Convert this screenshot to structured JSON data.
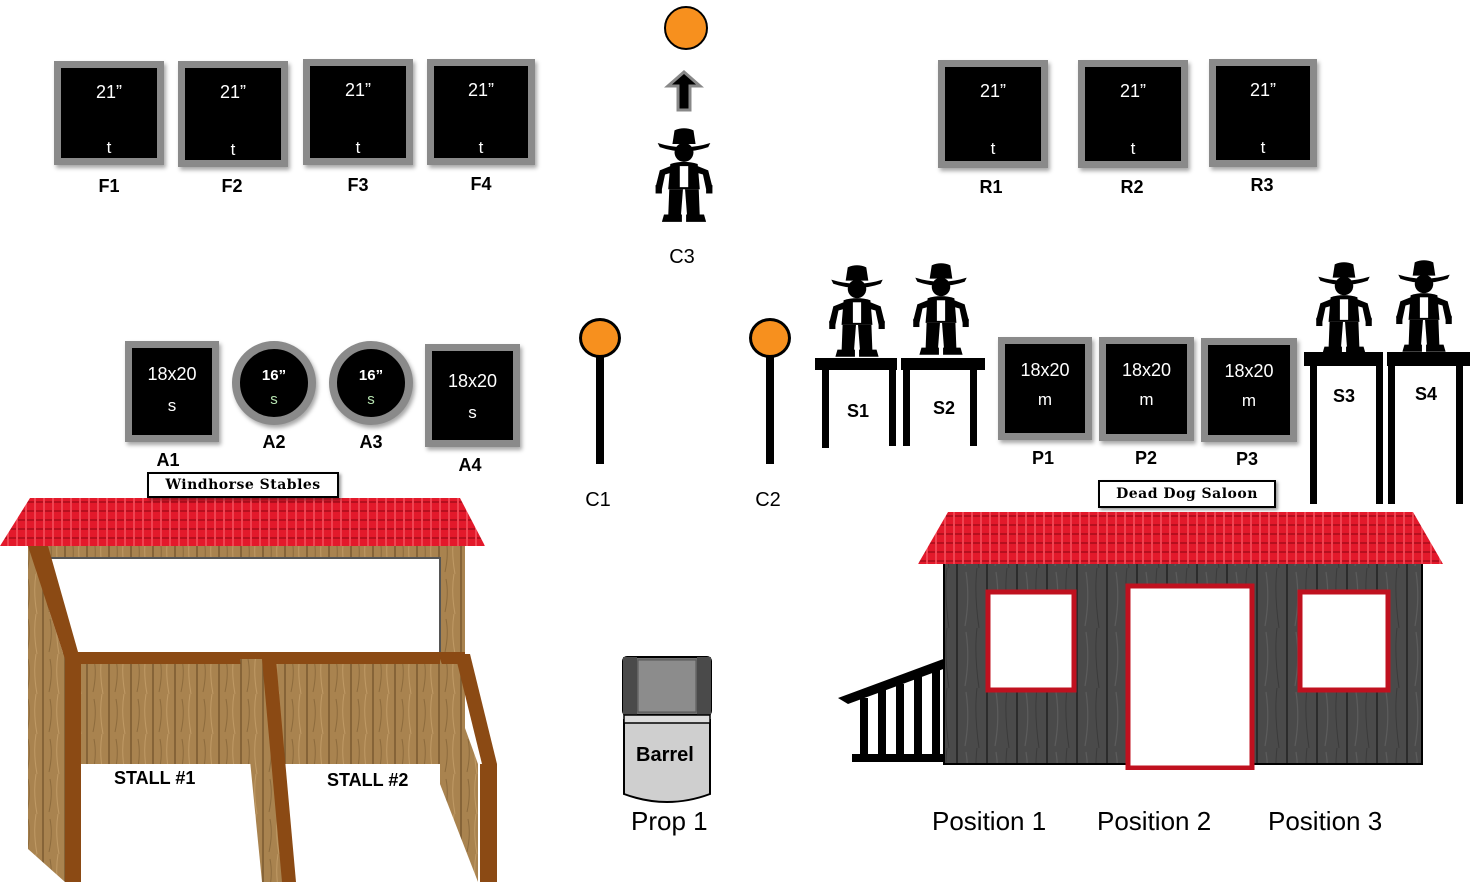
{
  "top_row_left": [
    {
      "id": "F1",
      "size": "21”",
      "type": "t"
    },
    {
      "id": "F2",
      "size": "21”",
      "type": "t"
    },
    {
      "id": "F3",
      "size": "21”",
      "type": "t"
    },
    {
      "id": "F4",
      "size": "21”",
      "type": "t"
    }
  ],
  "top_row_right": [
    {
      "id": "R1",
      "size": "21”",
      "type": "t"
    },
    {
      "id": "R2",
      "size": "21”",
      "type": "t"
    },
    {
      "id": "R3",
      "size": "21”",
      "type": "t"
    }
  ],
  "c3_label": "C3",
  "animals": [
    {
      "id": "A1",
      "size": "18x20",
      "type": "s"
    },
    {
      "id": "A2",
      "size": "16”",
      "type": "s"
    },
    {
      "id": "A3",
      "size": "16”",
      "type": "s"
    },
    {
      "id": "A4",
      "size": "18x20",
      "type": "s"
    }
  ],
  "c1_label": "C1",
  "c2_label": "C2",
  "stands": [
    "S1",
    "S2",
    "S3",
    "S4"
  ],
  "pistols": [
    {
      "id": "P1",
      "size": "18x20",
      "type": "m"
    },
    {
      "id": "P2",
      "size": "18x20",
      "type": "m"
    },
    {
      "id": "P3",
      "size": "18x20",
      "type": "m"
    }
  ],
  "stable": {
    "sign": "Windhorse Stables",
    "stall1": "STALL #1",
    "stall2": "STALL #2"
  },
  "saloon": {
    "sign": "Dead Dog Saloon"
  },
  "prop": {
    "barrel_label": "Barrel",
    "caption": "Prop 1"
  },
  "positions": [
    "Position 1",
    "Position 2",
    "Position 3"
  ],
  "colors": {
    "roof": "#e3192b",
    "plate_orange": "#f7901e",
    "steel_border": "#8a8a8a",
    "saloon_wall": "#4a4a4a",
    "stable_wood": "#a9834f"
  }
}
